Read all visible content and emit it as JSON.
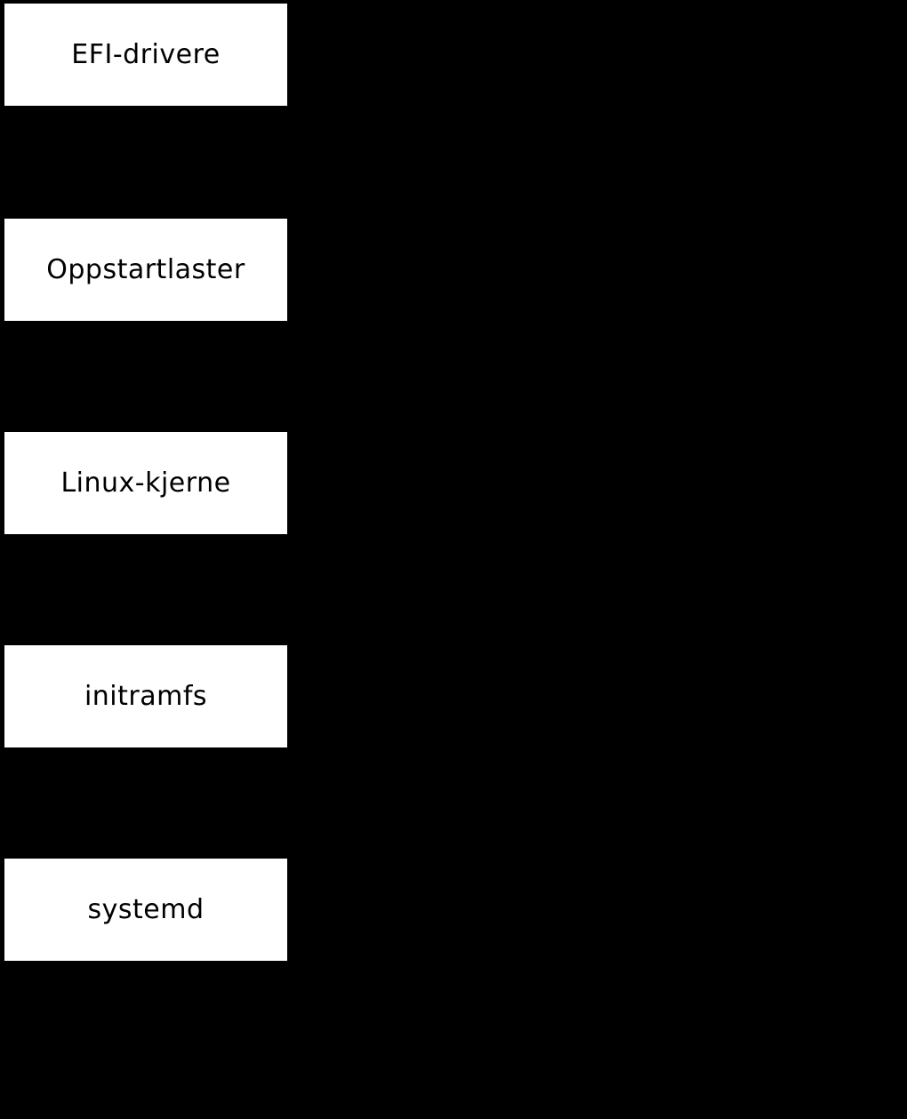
{
  "diagram": {
    "type": "flowchart-vertical",
    "background_color": "#000000",
    "node_fill_color": "#ffffff",
    "node_text_color": "#000000",
    "nodes": [
      {
        "label": "EFI-drivere"
      },
      {
        "label": "Oppstartlaster"
      },
      {
        "label": "Linux-kjerne"
      },
      {
        "label": "initramfs"
      },
      {
        "label": "systemd"
      }
    ]
  }
}
